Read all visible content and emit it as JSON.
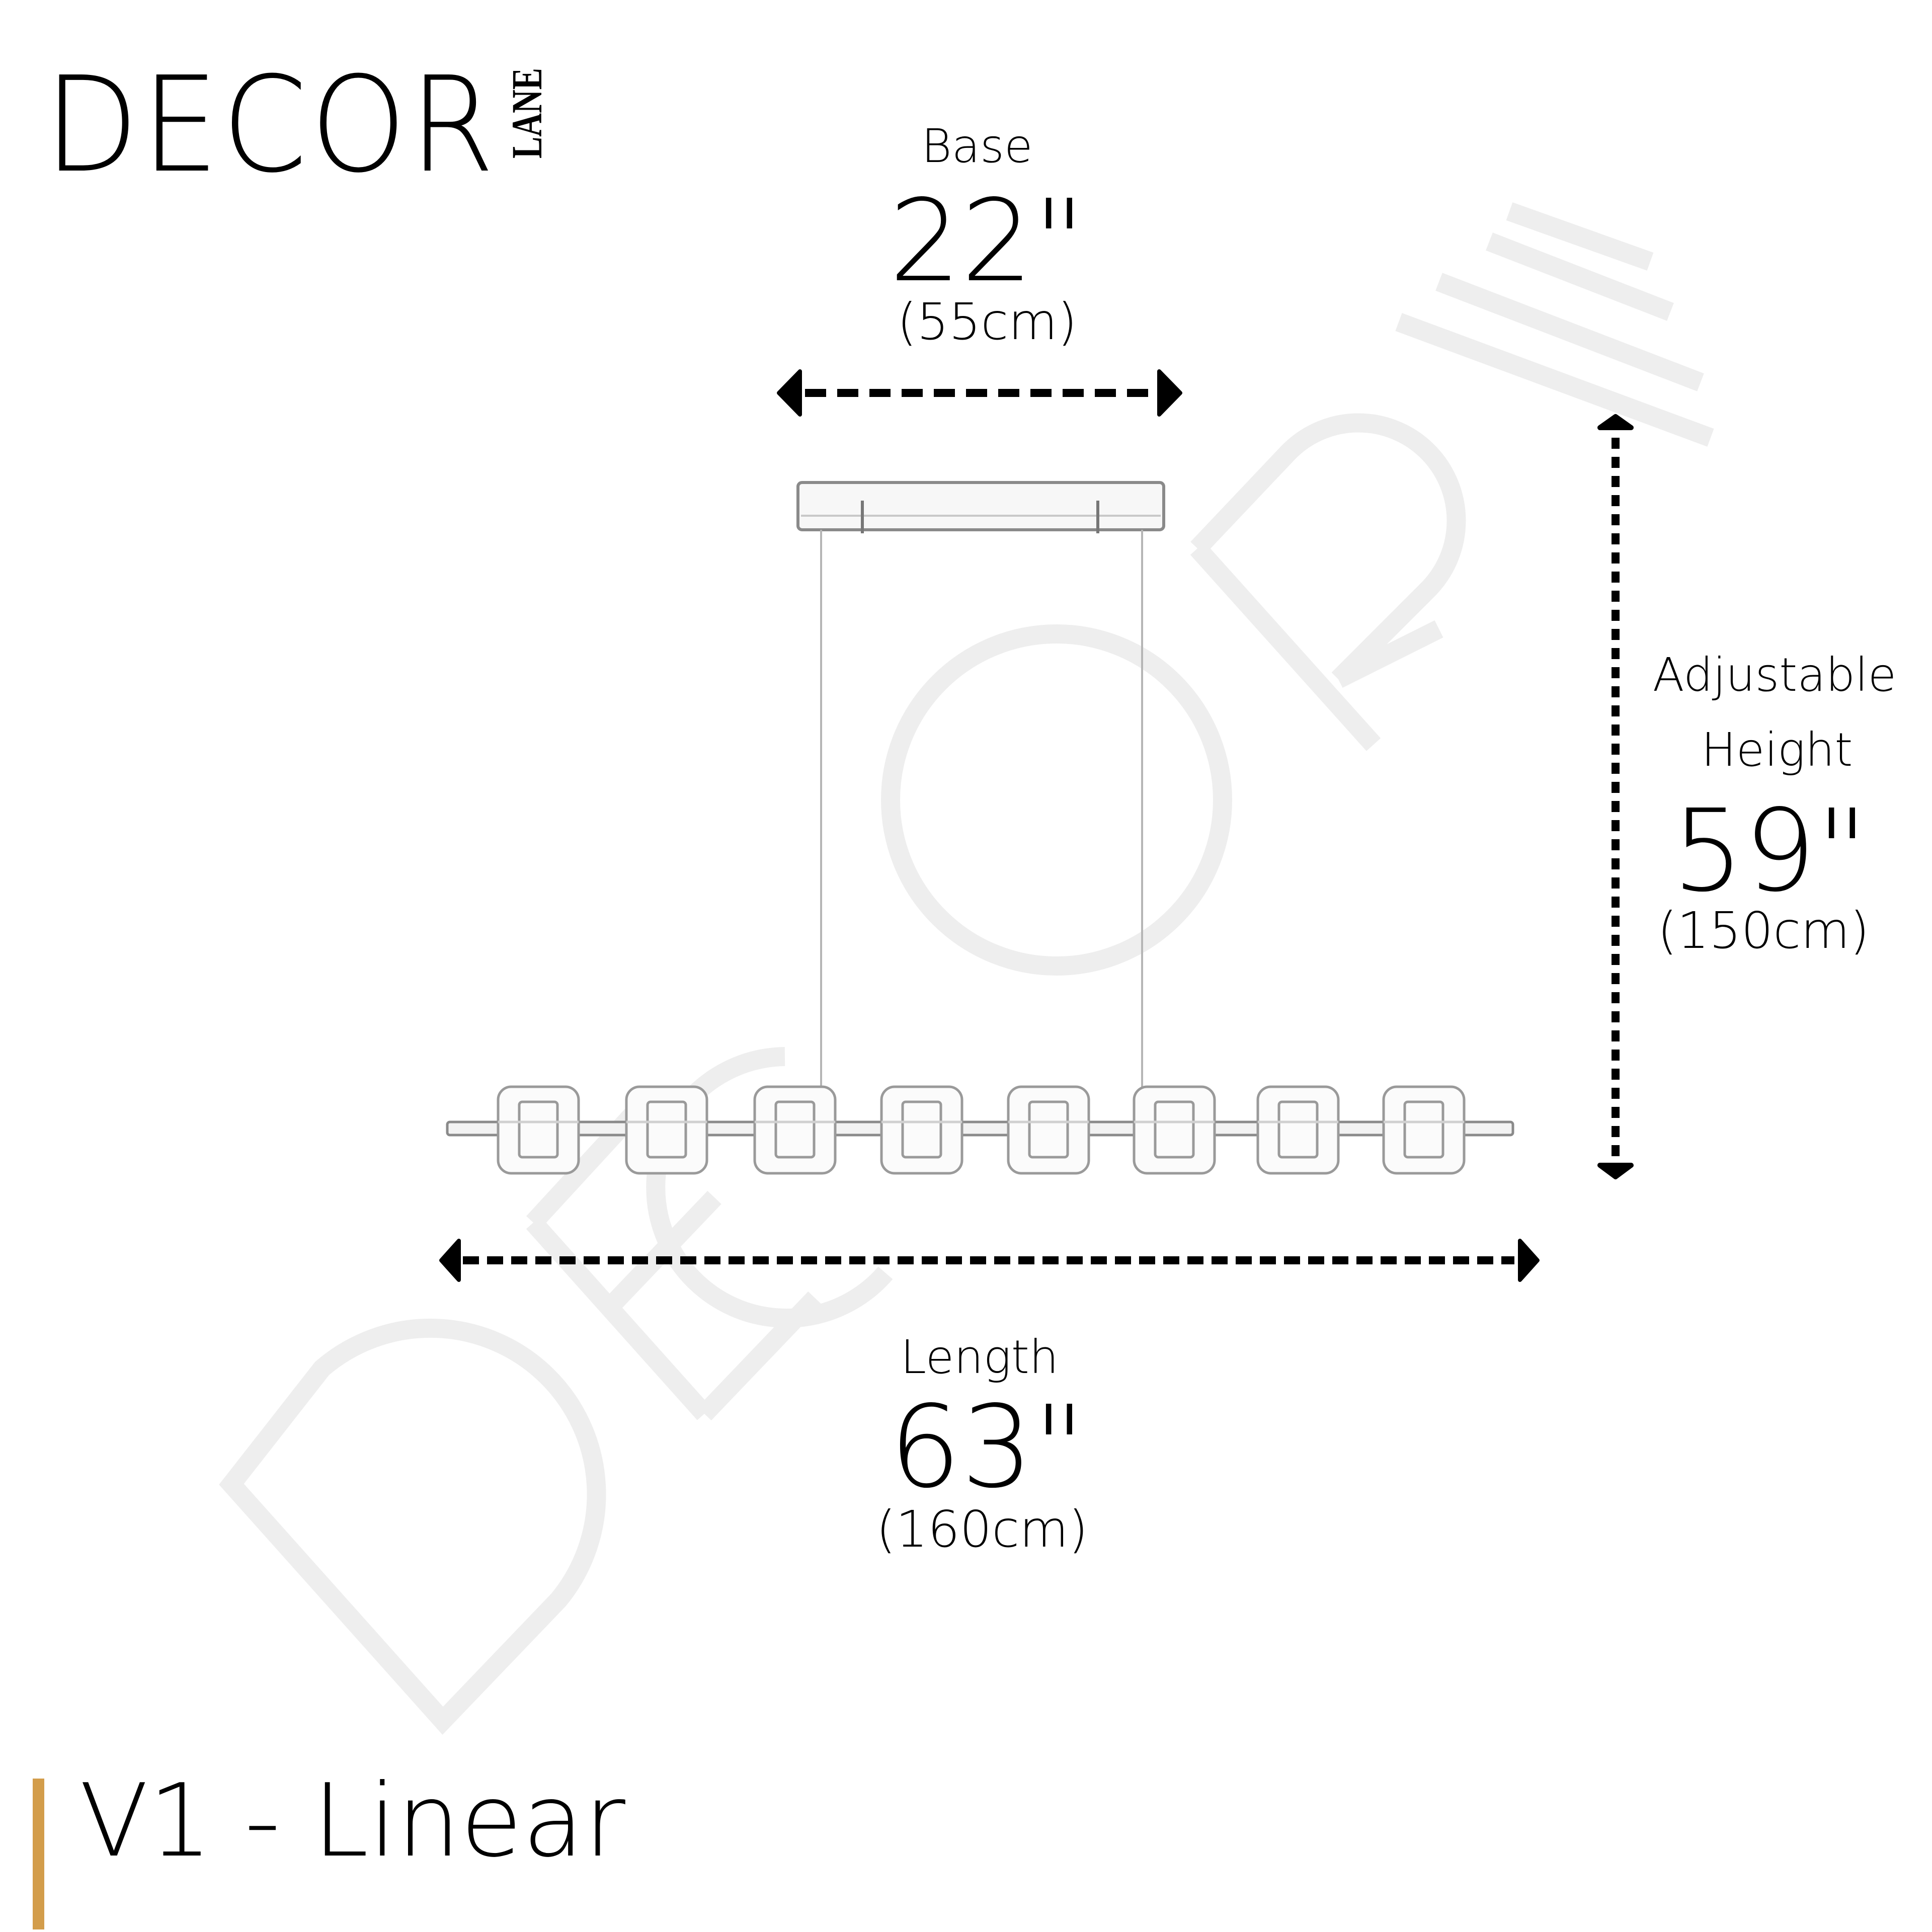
{
  "brand": {
    "logo_word": "DECOR",
    "logo_sub": "LANE",
    "watermark": "DECOR LANE"
  },
  "dimensions": {
    "base": {
      "label": "Base",
      "inches": "22\"",
      "cm": "(55cm)"
    },
    "height": {
      "label_line1": "Adjustable",
      "label_line2": "Height",
      "inches": "59\"",
      "cm": "(150cm)"
    },
    "length": {
      "label": "Length",
      "inches": "63\"",
      "cm": "(160cm)"
    }
  },
  "product": {
    "variant_title": "V1 - Linear",
    "crystal_count": 8
  },
  "colors": {
    "accent_gold": "#D39D4B",
    "text": "#000000",
    "watermark": "#EEEEEE",
    "background": "#FFFFFF"
  }
}
